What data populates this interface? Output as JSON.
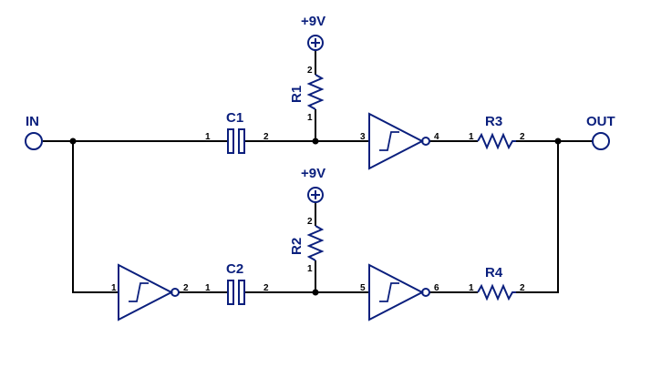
{
  "colors": {
    "component": "#0a1f7d",
    "wire": "#000000",
    "background": "#ffffff"
  },
  "terminals": {
    "input": "IN",
    "output": "OUT"
  },
  "power": {
    "top": "+9V",
    "bottom": "+9V"
  },
  "components": {
    "c1": {
      "ref": "C1",
      "pin1": "1",
      "pin2": "2"
    },
    "c2": {
      "ref": "C2",
      "pin1": "1",
      "pin2": "2"
    },
    "r1": {
      "ref": "R1",
      "pin1": "1",
      "pin2": "2"
    },
    "r2": {
      "ref": "R2",
      "pin1": "1",
      "pin2": "2"
    },
    "r3": {
      "ref": "R3",
      "pin1": "1",
      "pin2": "2"
    },
    "r4": {
      "ref": "R4",
      "pin1": "1",
      "pin2": "2"
    },
    "u_top": {
      "pin_in": "3",
      "pin_out": "4"
    },
    "u_left": {
      "pin_in": "1",
      "pin_out": "2"
    },
    "u_bottom": {
      "pin_in": "5",
      "pin_out": "6"
    }
  }
}
